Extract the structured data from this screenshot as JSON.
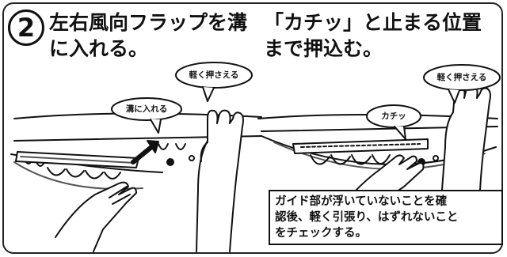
{
  "step": {
    "number": "2",
    "left_heading": [
      "左右風向フラップを溝",
      "に入れる。"
    ],
    "right_heading": [
      "「カチッ」と止まる位置",
      "まで押込む。"
    ]
  },
  "callouts": {
    "left_press": "軽く押さえる",
    "left_groove": "溝に入れる",
    "right_press": "軽く押さえる",
    "right_click": "カチッ"
  },
  "note": {
    "lines": [
      "ガイド部が浮いていないことを確",
      "認後、軽く引張り、はずれないこと",
      "をチェックする。"
    ]
  },
  "colors": {
    "ink": "#111111",
    "paper": "#ffffff",
    "shade": "#555555"
  },
  "icons": [
    "arrow-icon",
    "hand-icon"
  ]
}
